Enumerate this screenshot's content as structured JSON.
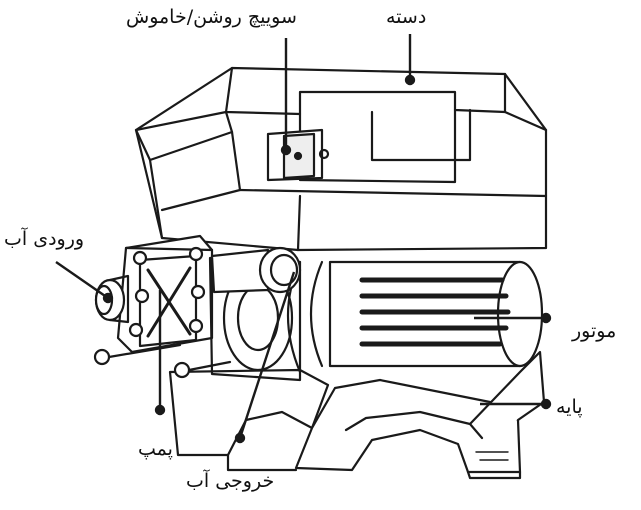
{
  "labels": {
    "switch": "سوییچ روشن/خاموش",
    "handle": "دسته",
    "water_inlet": "ورودی آب",
    "motor": "موتور",
    "base": "پایه",
    "pump": "پمپ",
    "water_outlet": "خروجی آب"
  },
  "colors": {
    "line": "#1a1a1a",
    "fill": "#ffffff",
    "shade": "#d9d9d9"
  }
}
